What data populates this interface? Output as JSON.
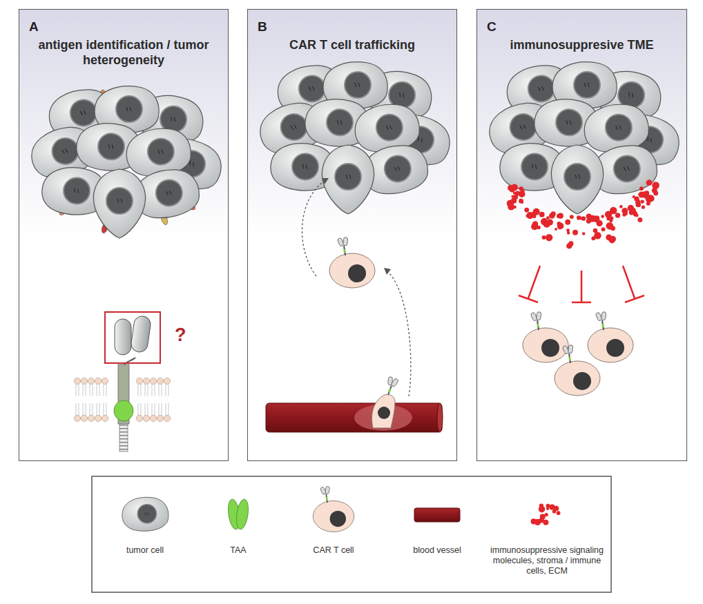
{
  "diagram": {
    "nodes": [
      {
        "text": [
          "A",
          "antigen identification / tumor heterogeneity"
        ]
      },
      {
        "text": [
          "B",
          "CAR T cell trafficking"
        ]
      },
      {
        "text": [
          "C",
          "immunosuppresive TME"
        ]
      }
    ],
    "labels": [
      "?"
    ],
    "legend": [
      {
        "text": "tumor cell"
      },
      {
        "text": "TAA"
      },
      {
        "text": "CAR T cell"
      },
      {
        "text": "blood vessel"
      },
      {
        "text": "immunosuppressive signaling molecules, stroma / immune cells, ECM"
      }
    ]
  }
}
